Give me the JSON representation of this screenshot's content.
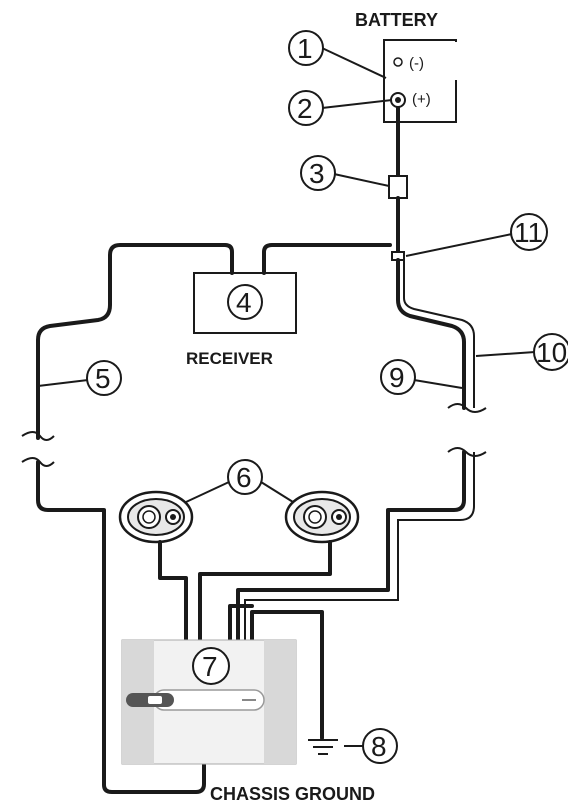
{
  "labels": {
    "battery": "BATTERY",
    "receiver": "RECEIVER",
    "chassis_ground": "CHASSIS GROUND",
    "battery_negative": "(-)",
    "battery_positive": "(+)"
  },
  "callouts": [
    "1",
    "2",
    "3",
    "4",
    "5",
    "6",
    "7",
    "8",
    "9",
    "10",
    "11"
  ]
}
